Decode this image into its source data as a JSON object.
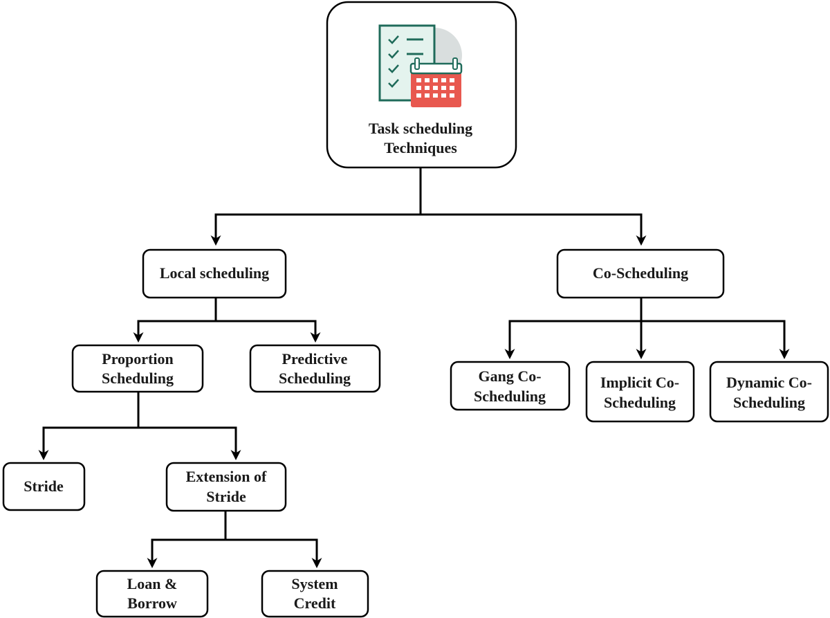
{
  "diagram": {
    "root": {
      "line1": "Task scheduling",
      "line2": "Techniques"
    },
    "local": {
      "label": "Local scheduling"
    },
    "co": {
      "label": "Co-Scheduling"
    },
    "proportion": {
      "line1": "Proportion",
      "line2": "Scheduling"
    },
    "predictive": {
      "line1": "Predictive",
      "line2": "Scheduling"
    },
    "gang": {
      "line1": "Gang Co-",
      "line2": "Scheduling"
    },
    "implicit": {
      "line1": "Implicit Co-",
      "line2": "Scheduling"
    },
    "dynamic": {
      "line1": "Dynamic Co-",
      "line2": "Scheduling"
    },
    "stride": {
      "label": "Stride"
    },
    "extension": {
      "line1": "Extension of",
      "line2": "Stride"
    },
    "loan": {
      "line1": "Loan &",
      "line2": "Borrow"
    },
    "system": {
      "line1": "System",
      "line2": "Credit"
    },
    "icon": {
      "name": "checklist-calendar-icon",
      "paper_color": "#e4f3ee",
      "frame_color": "#1f6b5a",
      "calendar_color": "#e8584f",
      "shadow_color": "#d9dede"
    }
  }
}
